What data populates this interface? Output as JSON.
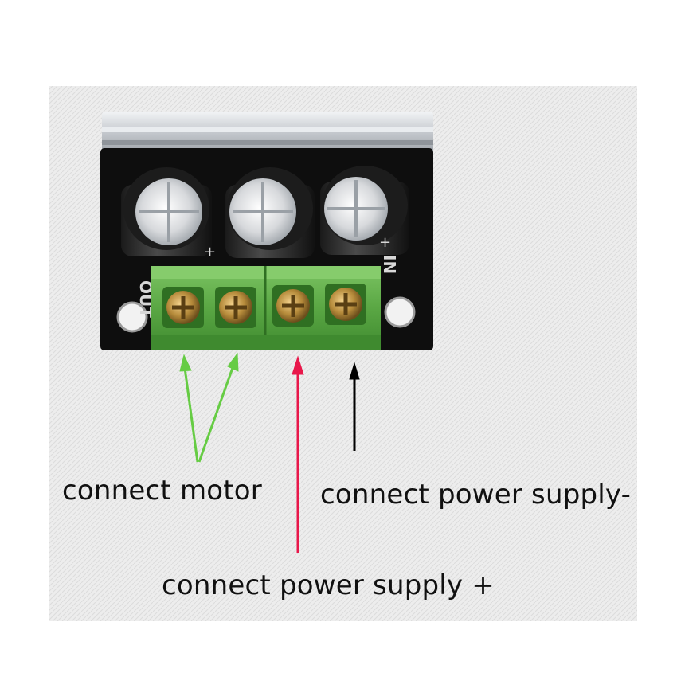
{
  "labels": {
    "motor": "connect motor",
    "power_negative": "connect power supply-",
    "power_positive": "connect power supply +"
  },
  "board_markings": {
    "out": "OUT",
    "in": "IN",
    "plus_left": "+",
    "plus_right": "+"
  },
  "colors": {
    "background": "#ffffff",
    "backdrop": "#ececec",
    "pcb": "#101010",
    "heatsink": "#cfd3d8",
    "terminal_block": "#5fae49",
    "screw": "#b58a3a",
    "arrow_motor": "#66cc44",
    "arrow_positive": "#e8174a",
    "arrow_negative": "#000000"
  },
  "icons": {
    "capacitor": "electrolytic-capacitor",
    "screw": "phillips-screw-terminal",
    "arrow": "arrow-up"
  }
}
